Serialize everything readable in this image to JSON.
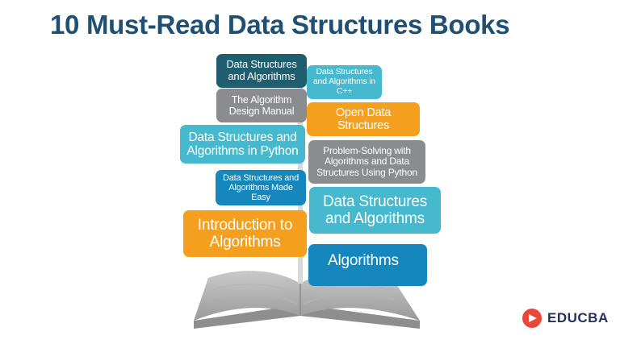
{
  "title": "10 Must-Read Data Structures Books",
  "books": [
    {
      "label": "Data Structures and Algorithms"
    },
    {
      "label": "Data Structures and Algorithms in C++"
    },
    {
      "label": "The Algorithm Design Manual"
    },
    {
      "label": "Open Data Structures"
    },
    {
      "label": "Data Structures and Algorithms in Python"
    },
    {
      "label": "Problem-Solving with Algorithms and Data Structures Using Python"
    },
    {
      "label": "Data Structures and Algorithms Made Easy"
    },
    {
      "label": "Data Structures and Algorithms"
    },
    {
      "label": "Introduction to Algorithms"
    },
    {
      "label": "Algorithms"
    }
  ],
  "colors": {
    "title": "#1f4f73",
    "teal_dark": "#1e5e6e",
    "teal": "#46b9cf",
    "gray": "#8b8c8f",
    "orange": "#f4a01e",
    "blue": "#1687bd",
    "logo_red": "#e8473a"
  },
  "logo": {
    "icon": "educba-logo-icon",
    "text": "EDUCBA"
  }
}
